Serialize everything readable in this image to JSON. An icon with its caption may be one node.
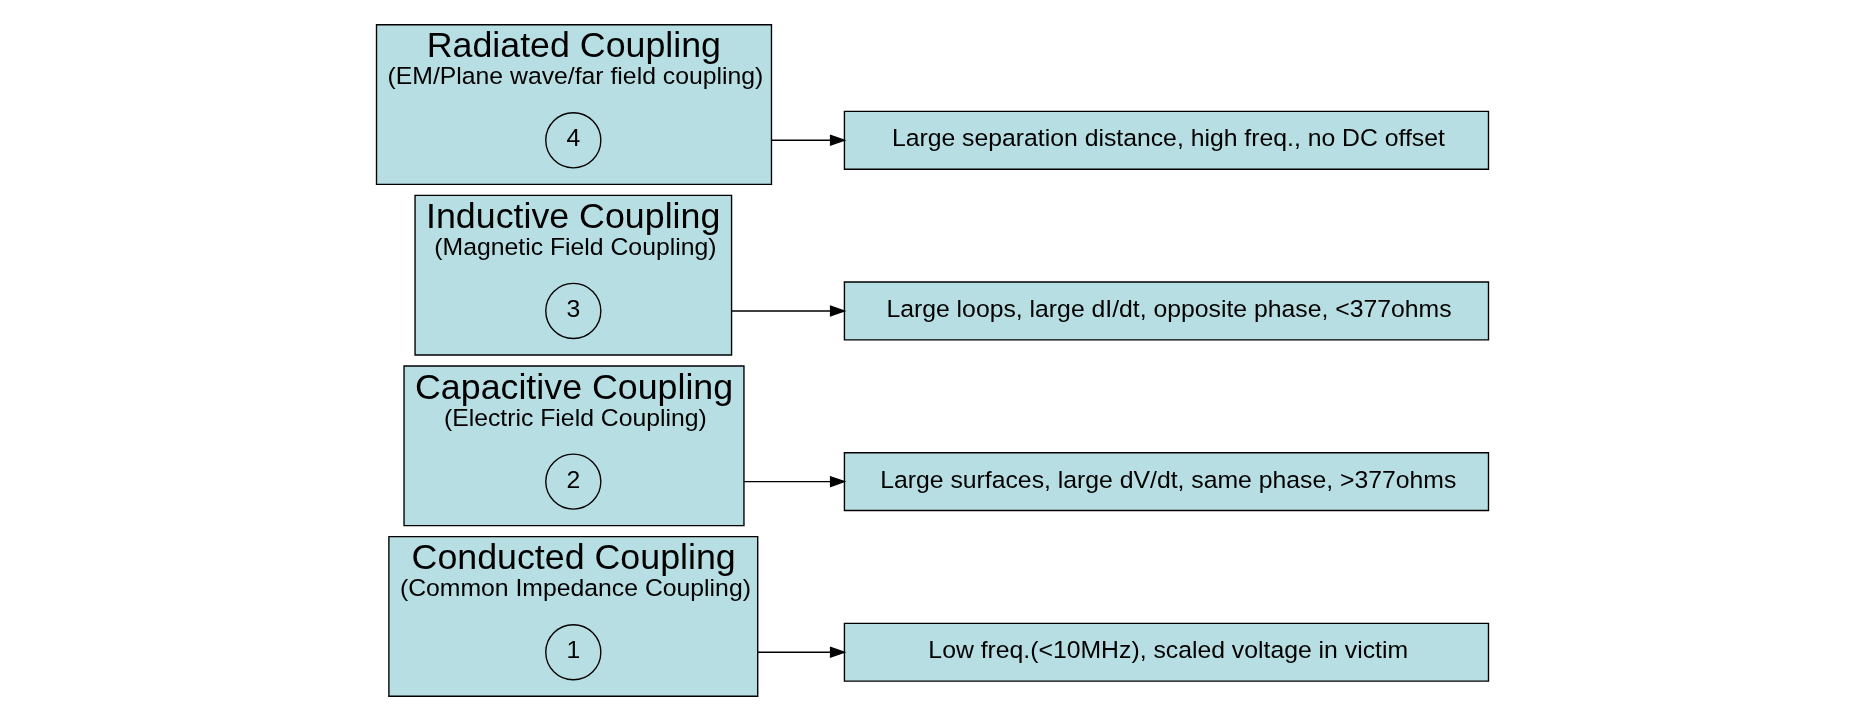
{
  "diagram": {
    "nodes": [
      {
        "text": [
          "Conducted Coupling",
          "(Common Impedance Coupling)"
        ]
      },
      {
        "text": [
          "1"
        ],
        "in": 0
      },
      {
        "text": [
          "Low freq.(<10MHz), scaled voltage in victim"
        ]
      },
      {
        "text": [
          "Capacitive Coupling",
          "(Electric Field Coupling)"
        ]
      },
      {
        "text": [
          "2"
        ],
        "in": 3
      },
      {
        "text": [
          "Large surfaces, large dV/dt, same phase, >377ohms"
        ]
      },
      {
        "text": [
          "Inductive Coupling",
          "(Magnetic Field Coupling)"
        ]
      },
      {
        "text": [
          "3"
        ],
        "in": 6
      },
      {
        "text": [
          "Large loops, large dI/dt, opposite phase, <377ohms"
        ]
      },
      {
        "text": [
          "Radiated Coupling",
          "(EM/Plane wave/far field coupling)"
        ]
      },
      {
        "text": [
          "4"
        ],
        "in": 9
      },
      {
        "text": [
          "Large separation distance, high freq., no DC offset"
        ]
      }
    ],
    "edges": [
      {
        "from": 0,
        "to": 2,
        "arrow": "to"
      },
      {
        "from": 3,
        "to": 5,
        "arrow": "to"
      },
      {
        "from": 6,
        "to": 8,
        "arrow": "to"
      },
      {
        "from": 9,
        "to": 11,
        "arrow": "to"
      }
    ]
  }
}
